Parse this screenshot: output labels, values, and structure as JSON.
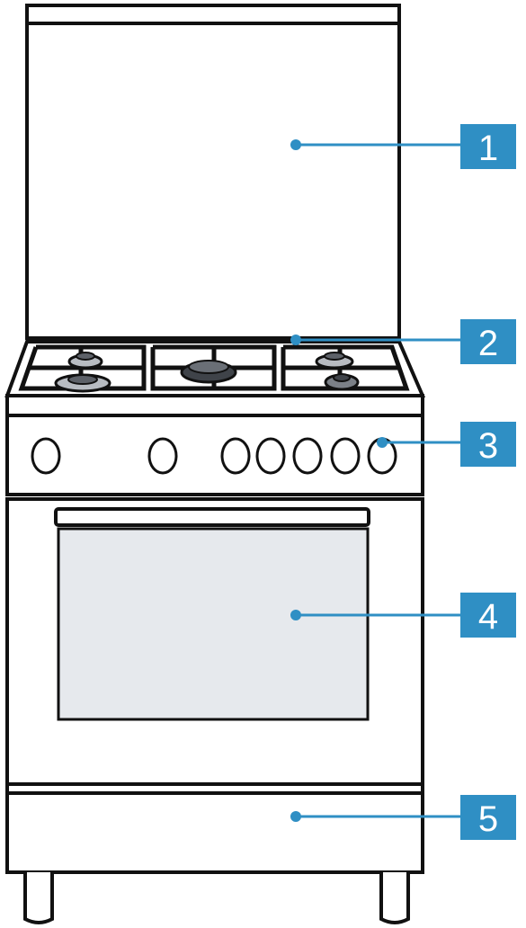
{
  "diagram": {
    "subject": "cooker-with-gas-hob",
    "accent_color": "#2f8fc4",
    "glass_color": "#e6e9ed",
    "callouts": [
      {
        "number": "1",
        "part": "lid"
      },
      {
        "number": "2",
        "part": "gas-hob"
      },
      {
        "number": "3",
        "part": "control-panel"
      },
      {
        "number": "4",
        "part": "oven-door"
      },
      {
        "number": "5",
        "part": "storage-drawer"
      }
    ]
  }
}
